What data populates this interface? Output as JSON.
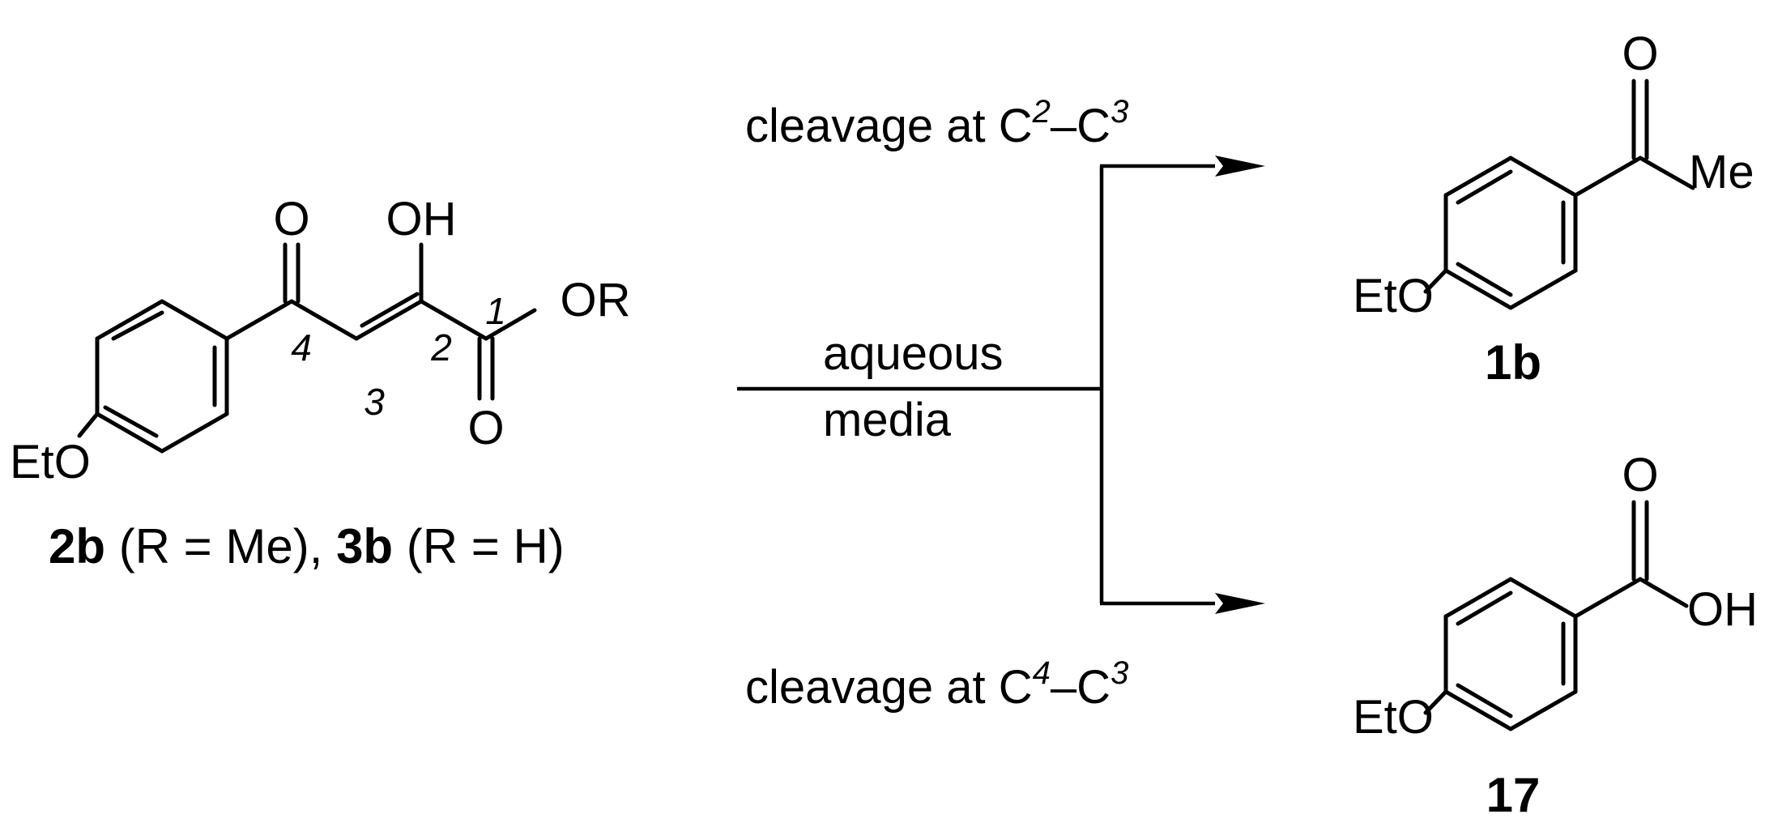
{
  "starting_material": {
    "atoms": {
      "ketone_o": "O",
      "enol_oh": "OH",
      "ester_or": "OR",
      "ester_o": "O",
      "eto": "EtO"
    },
    "locants": {
      "c1": "1",
      "c2": "2",
      "c3": "3",
      "c4": "4"
    },
    "label": {
      "id1": "2b",
      "text1": " (R = Me), ",
      "id2": "3b",
      "text2": " (R = H)"
    }
  },
  "reaction": {
    "conditions_top": "aqueous",
    "conditions_bottom": "media",
    "upper_path": {
      "prefix": "cleavage at C",
      "sup_a": "2",
      "mid": "–C",
      "sup_b": "3"
    },
    "lower_path": {
      "prefix": "cleavage at C",
      "sup_a": "4",
      "mid": "–C",
      "sup_b": "3"
    }
  },
  "product_upper": {
    "atoms": {
      "o": "O",
      "me": "Me",
      "eto": "EtO"
    },
    "label": "1b"
  },
  "product_lower": {
    "atoms": {
      "o": "O",
      "oh": "OH",
      "eto": "EtO"
    },
    "label": "17"
  }
}
